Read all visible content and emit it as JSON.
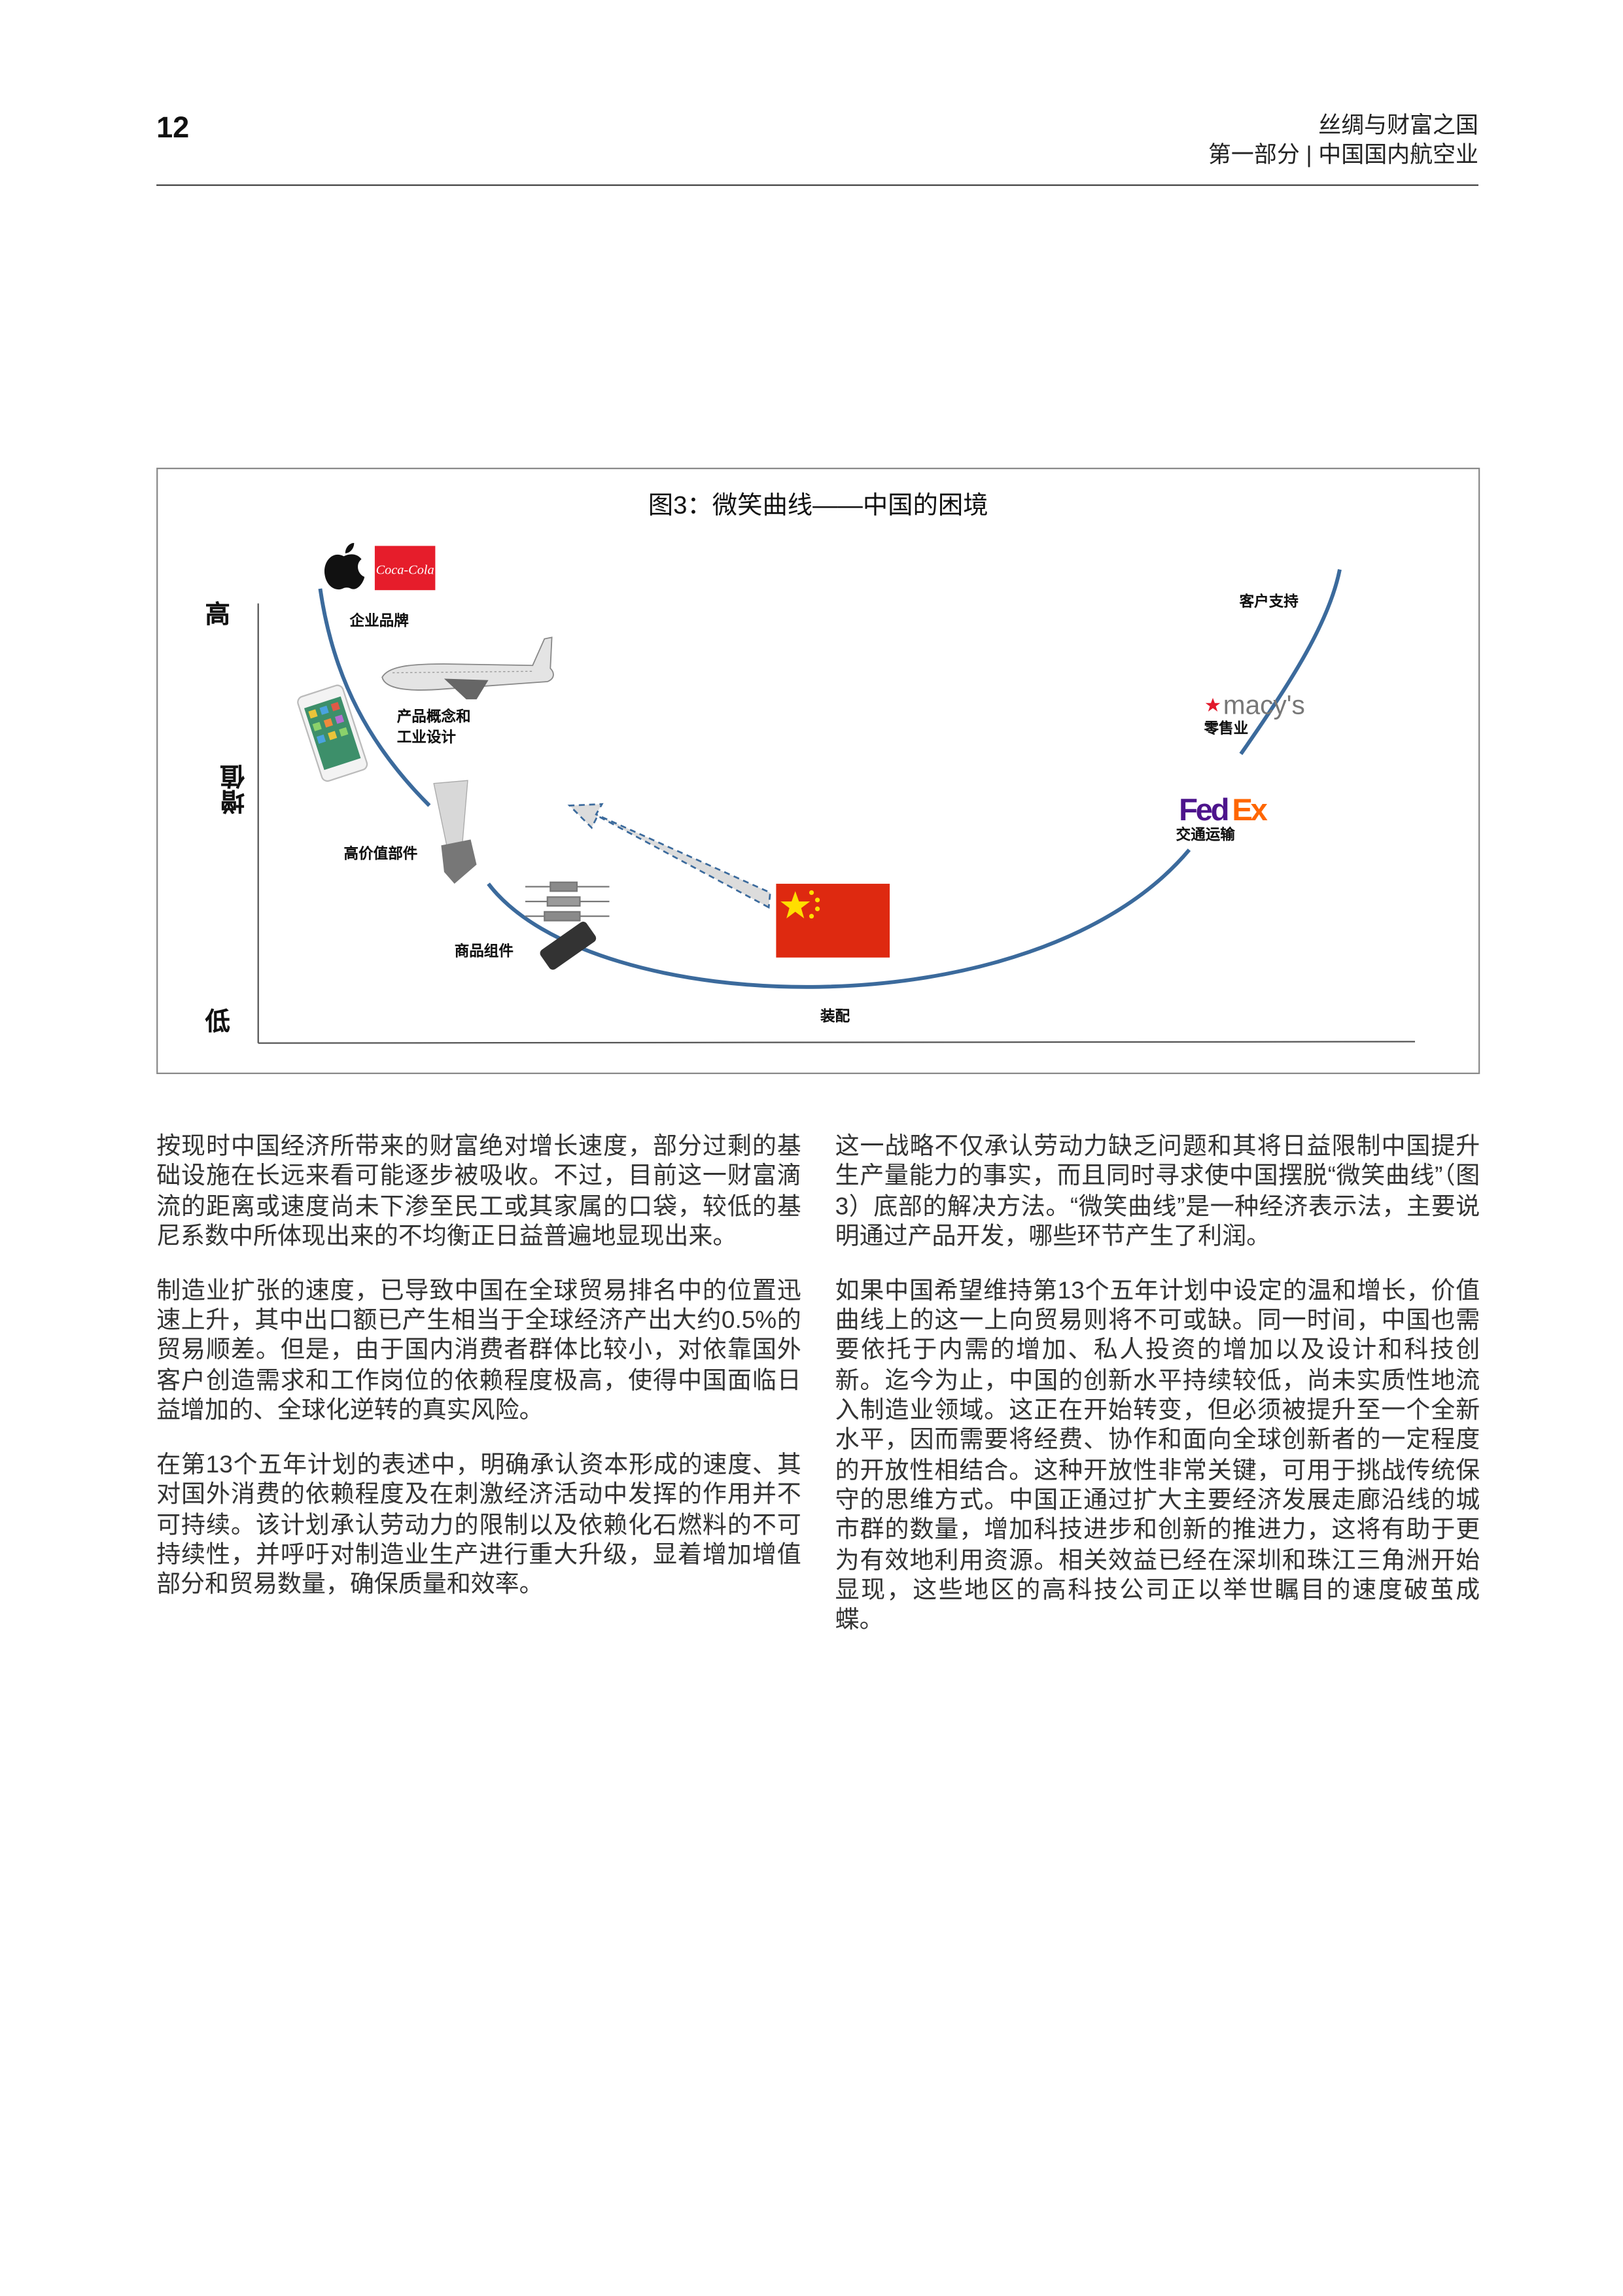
{
  "header": {
    "page_number": "12",
    "book_title": "丝绸与财富之国",
    "section": "第一部分 | 中国国内航空业"
  },
  "figure": {
    "title": "图3：微笑曲线——中国的困境",
    "axis": {
      "high": "高",
      "middle": "增值",
      "low": "低"
    },
    "labels": {
      "brand": "企业品牌",
      "concept_line1": "产品概念和",
      "concept_line2": "工业设计",
      "high_value_parts": "高价值部件",
      "commodity_parts": "商品组件",
      "assembly": "装配",
      "transport": "交通运输",
      "retail": "零售业",
      "support": "客户支持"
    },
    "logos": {
      "coca_cola": "Coca-Cola",
      "macys": "macy's",
      "fedex_fed": "Fed",
      "fedex_ex": "Ex"
    },
    "colors": {
      "curve": "#3b6a9c",
      "flag": "#de2910",
      "star": "#ffde00",
      "fedex_purple": "#4d148c",
      "fedex_orange": "#ff6600",
      "coke": "#e61d2b"
    }
  },
  "body": {
    "left": [
      "按现时中国经济所带来的财富绝对增长速度，部分过剩的基础设施在长远来看可能逐步被吸收。不过，目前这一财富滴流的距离或速度尚未下渗至民工或其家属的口袋，较低的基尼系数中所体现出来的不均衡正日益普遍地显现出来。",
      "制造业扩张的速度，已导致中国在全球贸易排名中的位置迅速上升，其中出口额已产生相当于全球经济产出大约0.5%的贸易顺差。但是，由于国内消费者群体比较小，对依靠国外客户创造需求和工作岗位的依赖程度极高，使得中国面临日益增加的、全球化逆转的真实风险。",
      "在第13个五年计划的表述中，明确承认资本形成的速度、其对国外消费的依赖程度及在刺激经济活动中发挥的作用并不可持续。该计划承认劳动力的限制以及依赖化石燃料的不可持续性，并呼吁对制造业生产进行重大升级，显着增加增值部分和贸易数量，确保质量和效率。"
    ],
    "right": [
      "这一战略不仅承认劳动力缺乏问题和其将日益限制中国提升生产量能力的事实，而且同时寻求使中国摆脱“微笑曲线”（图3）底部的解决方法。“微笑曲线”是一种经济表示法，主要说明通过产品开发，哪些环节产生了利润。",
      "如果中国希望维持第13个五年计划中设定的温和增长，价值曲线上的这一上向贸易则将不可或缺。同一时间，中国也需要依托于内需的增加、私人投资的增加以及设计和科技创新。迄今为止，中国的创新水平持续较低，尚未实质性地流入制造业领域。这正在开始转变，但必须被提升至一个全新水平，因而需要将经费、协作和面向全球创新者的一定程度的开放性相结合。这种开放性非常关键，可用于挑战传统保守的思维方式。中国正通过扩大主要经济发展走廊沿线的城市群的数量，增加科技进步和创新的推进力，这将有助于更为有效地利用资源。相关效益已经在深圳和珠江三角洲开始显现，这些地区的高科技公司正以举世瞩目的速度破茧成蝶。"
    ]
  }
}
